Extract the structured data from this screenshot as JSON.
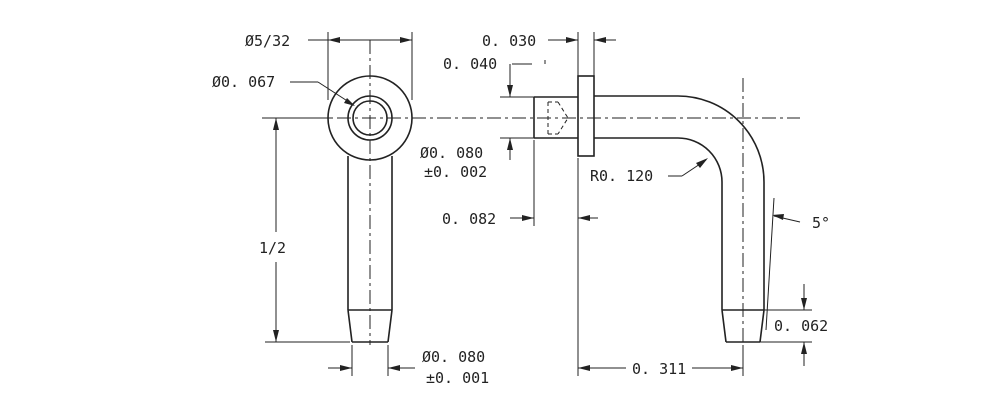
{
  "dimensions": {
    "dia_5_32": "Ø5/32",
    "dia_0067": "Ø0. 067",
    "len_1_2": "1/2",
    "dia_0080_left": "Ø0. 080",
    "tol_0001": "±0. 001",
    "d_0030": "0. 030",
    "d_0040": "0. 040",
    "dia_0080_right": "Ø0. 080",
    "tol_0002": "±0. 002",
    "d_0082": "0. 082",
    "radius": "R0. 120",
    "angle": "5°",
    "d_0062": "0. 062",
    "d_0311": "0. 311"
  }
}
